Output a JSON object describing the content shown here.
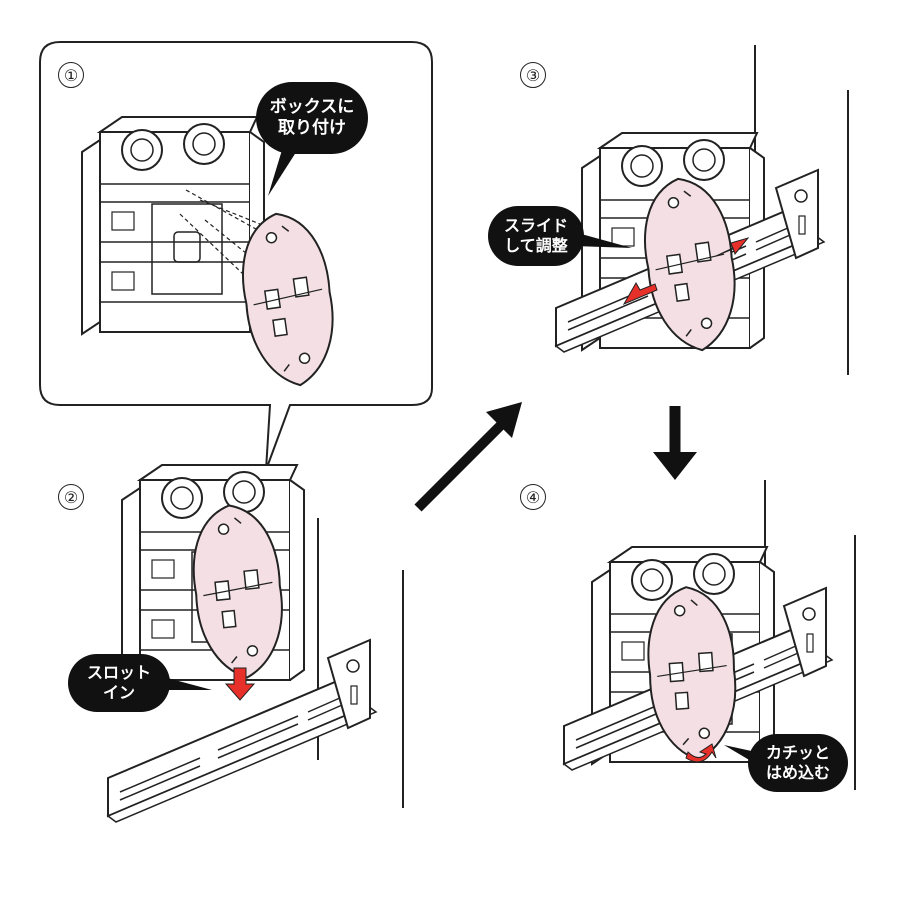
{
  "steps": [
    {
      "number": "①",
      "caption_lines": [
        "ボックスに",
        "取り付け"
      ]
    },
    {
      "number": "②",
      "caption_lines": [
        "スロット",
        "イン"
      ]
    },
    {
      "number": "③",
      "caption_lines": [
        "スライド",
        "して調整"
      ]
    },
    {
      "number": "④",
      "caption_lines": [
        "カチッと",
        "はめ込む"
      ]
    }
  ],
  "colors": {
    "line": "#222222",
    "plate_fill": "#f3dfe4",
    "arrow_red": "#e8302a",
    "bubble_bg": "#111111",
    "bubble_text": "#ffffff"
  }
}
